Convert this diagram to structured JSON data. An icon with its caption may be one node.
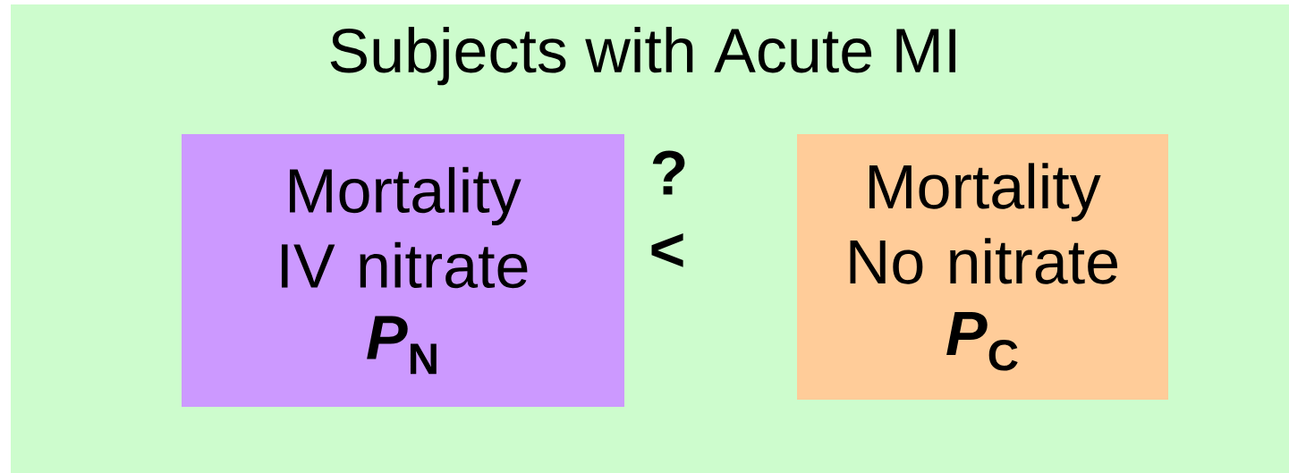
{
  "diagram": {
    "nodes": [
      {
        "text": [
          "Subjects with Acute MI"
        ]
      },
      {
        "text": [
          "Mortality IV nitrate",
          "*P*$_{N}$"
        ],
        "in": 0
      },
      {
        "text": [
          "Mortality No nitrate",
          "*P*$_{C}$"
        ],
        "in": 0
      }
    ],
    "labels": [
      "?",
      "<"
    ]
  }
}
